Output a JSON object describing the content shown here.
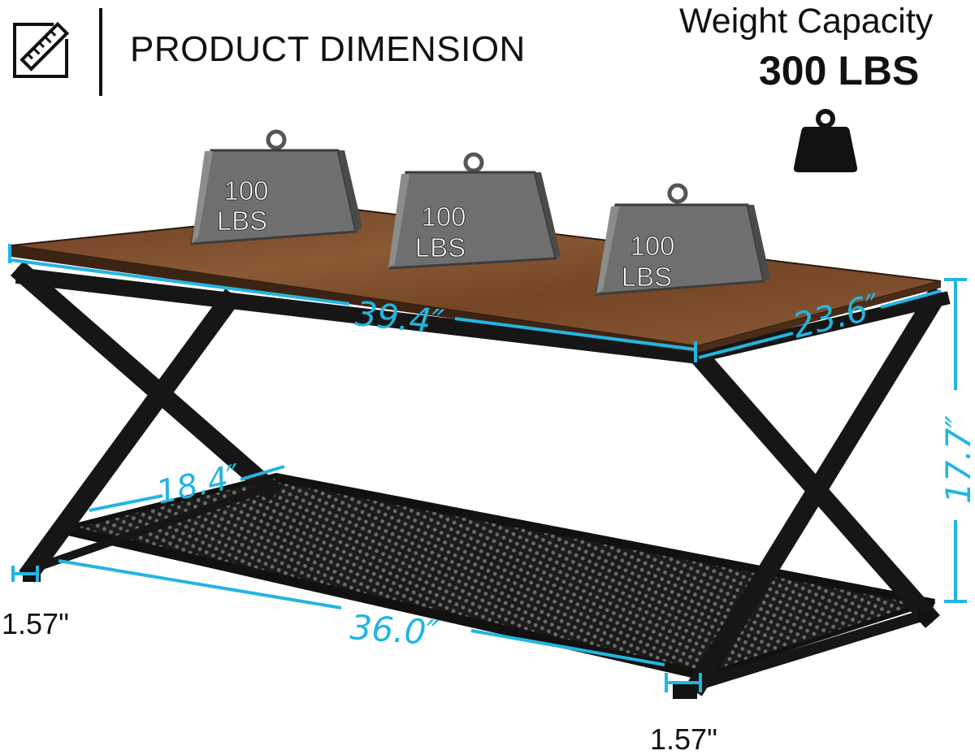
{
  "header": {
    "title": "PRODUCT DIMENSION",
    "icon": "ruler-pencil-icon"
  },
  "capacity": {
    "label": "Weight Capacity",
    "value": "300 LBS",
    "icon": "kettlebell-weight-icon"
  },
  "weights": [
    {
      "amount": "100",
      "unit": "LBS"
    },
    {
      "amount": "100",
      "unit": "LBS"
    },
    {
      "amount": "100",
      "unit": "LBS"
    }
  ],
  "dimensions": {
    "top_length": "39.4″",
    "top_depth": "23.6″",
    "height": "17.7″",
    "shelf_depth": "18.4″",
    "base_length": "36.0″",
    "foot_left": "1.57\"",
    "foot_right": "1.57\""
  },
  "colors": {
    "dimension_line": "#23b5e0",
    "frame": "#1a1a1a",
    "tabletop": "#7a4a2a",
    "weight_body": "#6f6f6f"
  }
}
